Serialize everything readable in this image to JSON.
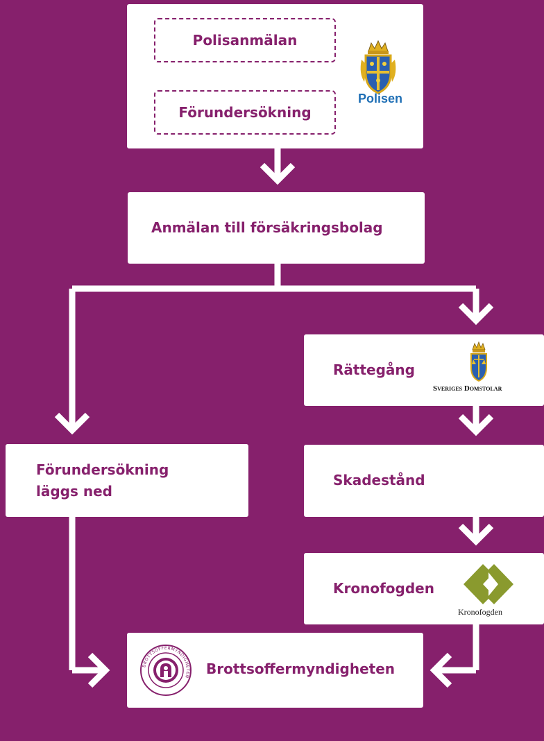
{
  "colors": {
    "background": "#86206c",
    "box": "#ffffff",
    "text": "#86206c",
    "police_blue": "#1f6fb5",
    "kfm_green": "#8a9a2e"
  },
  "police_box": {
    "step1": "Polisanmälan",
    "step2": "Förundersökning",
    "logo_text": "Polisen"
  },
  "insurance": {
    "label": "Anmälan till försäkringsbolag"
  },
  "trial": {
    "label": "Rättegång",
    "logo_text": "Sveriges Domstolar"
  },
  "investigation_closed": {
    "label_line1": "Förundersökning",
    "label_line2": "läggs ned"
  },
  "damages": {
    "label": "Skadestånd"
  },
  "enforcement": {
    "label": "Kronofogden",
    "logo_text": "Kronofogden"
  },
  "victim_authority": {
    "label": "Brottsoffermyndigheten",
    "seal_text": "BROTTSOFFERMYNDIGHETEN"
  },
  "icons": [
    "arrow-down-icon",
    "arrow-right-icon",
    "arrow-left-icon",
    "police-crest-icon",
    "courts-crest-icon",
    "kronofogden-logo-icon",
    "brottsoffer-seal-icon"
  ]
}
